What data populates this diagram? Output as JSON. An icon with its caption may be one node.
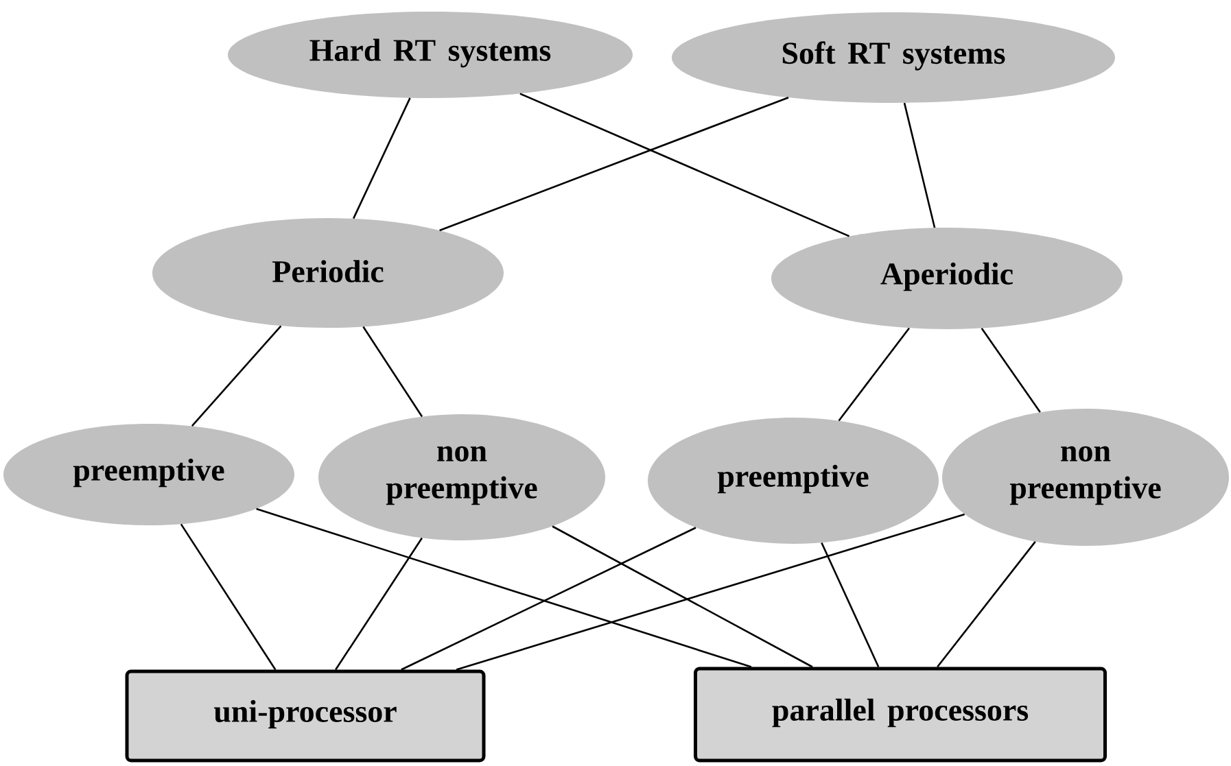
{
  "diagram": {
    "nodes": [
      {
        "text": [
          "Hard RT systems"
        ]
      },
      {
        "text": [
          "Soft RT systems"
        ]
      },
      {
        "text": [
          "Periodic"
        ]
      },
      {
        "text": [
          "Aperiodic"
        ]
      },
      {
        "text": [
          "preemptive"
        ]
      },
      {
        "text": [
          "non preemptive"
        ]
      },
      {
        "text": [
          "preemptive"
        ]
      },
      {
        "text": [
          "non preemptive"
        ]
      },
      {
        "text": [
          "uni-processor"
        ]
      },
      {
        "text": [
          "parallel processors"
        ]
      }
    ],
    "edges": [
      {
        "from": 0,
        "to": 2,
        "arrow": "none"
      },
      {
        "from": 0,
        "to": 3,
        "arrow": "none"
      },
      {
        "from": 1,
        "to": 2,
        "arrow": "none"
      },
      {
        "from": 1,
        "to": 3,
        "arrow": "none"
      },
      {
        "from": 2,
        "to": 4,
        "arrow": "none"
      },
      {
        "from": 2,
        "to": 5,
        "arrow": "none"
      },
      {
        "from": 3,
        "to": 6,
        "arrow": "none"
      },
      {
        "from": 3,
        "to": 7,
        "arrow": "none"
      },
      {
        "from": 4,
        "to": 8,
        "arrow": "none"
      },
      {
        "from": 4,
        "to": 9,
        "arrow": "none"
      },
      {
        "from": 5,
        "to": 8,
        "arrow": "none"
      },
      {
        "from": 5,
        "to": 9,
        "arrow": "none"
      },
      {
        "from": 6,
        "to": 8,
        "arrow": "none"
      },
      {
        "from": 6,
        "to": 9,
        "arrow": "none"
      },
      {
        "from": 7,
        "to": 8,
        "arrow": "none"
      },
      {
        "from": 7,
        "to": 9,
        "arrow": "none"
      }
    ]
  }
}
